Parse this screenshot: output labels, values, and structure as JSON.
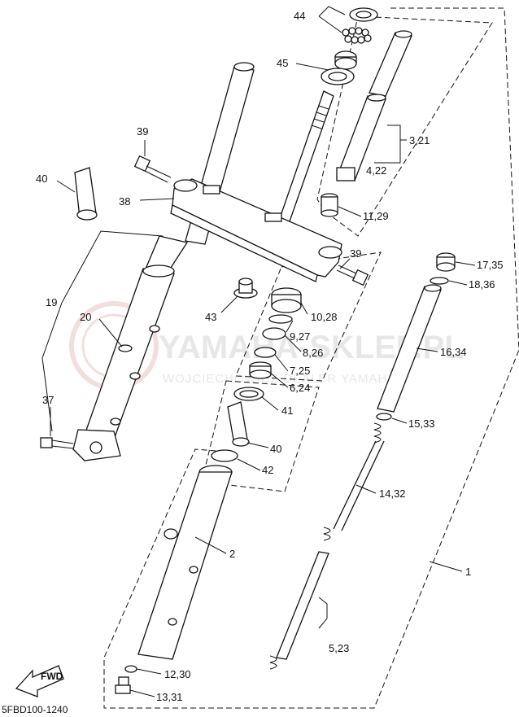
{
  "diagram_code": "5FBD100-1240",
  "fwd_label": "FWD",
  "watermark": {
    "title": "YAMAHA-SKLEP.PL",
    "subtitle": "WOJCIECHOWICZ DEALER YAMAHA"
  },
  "callouts": [
    "44",
    "45",
    "39",
    "40",
    "38",
    "19",
    "20",
    "37",
    "43",
    "39",
    "10,28",
    "9,27",
    "8,26",
    "7,25",
    "6,24",
    "41",
    "40",
    "42",
    "2",
    "12,30",
    "13,31",
    "3,21",
    "4,22",
    "11,29",
    "17,35",
    "18,36",
    "16,34",
    "15,33",
    "14,32",
    "1",
    "5,23"
  ]
}
